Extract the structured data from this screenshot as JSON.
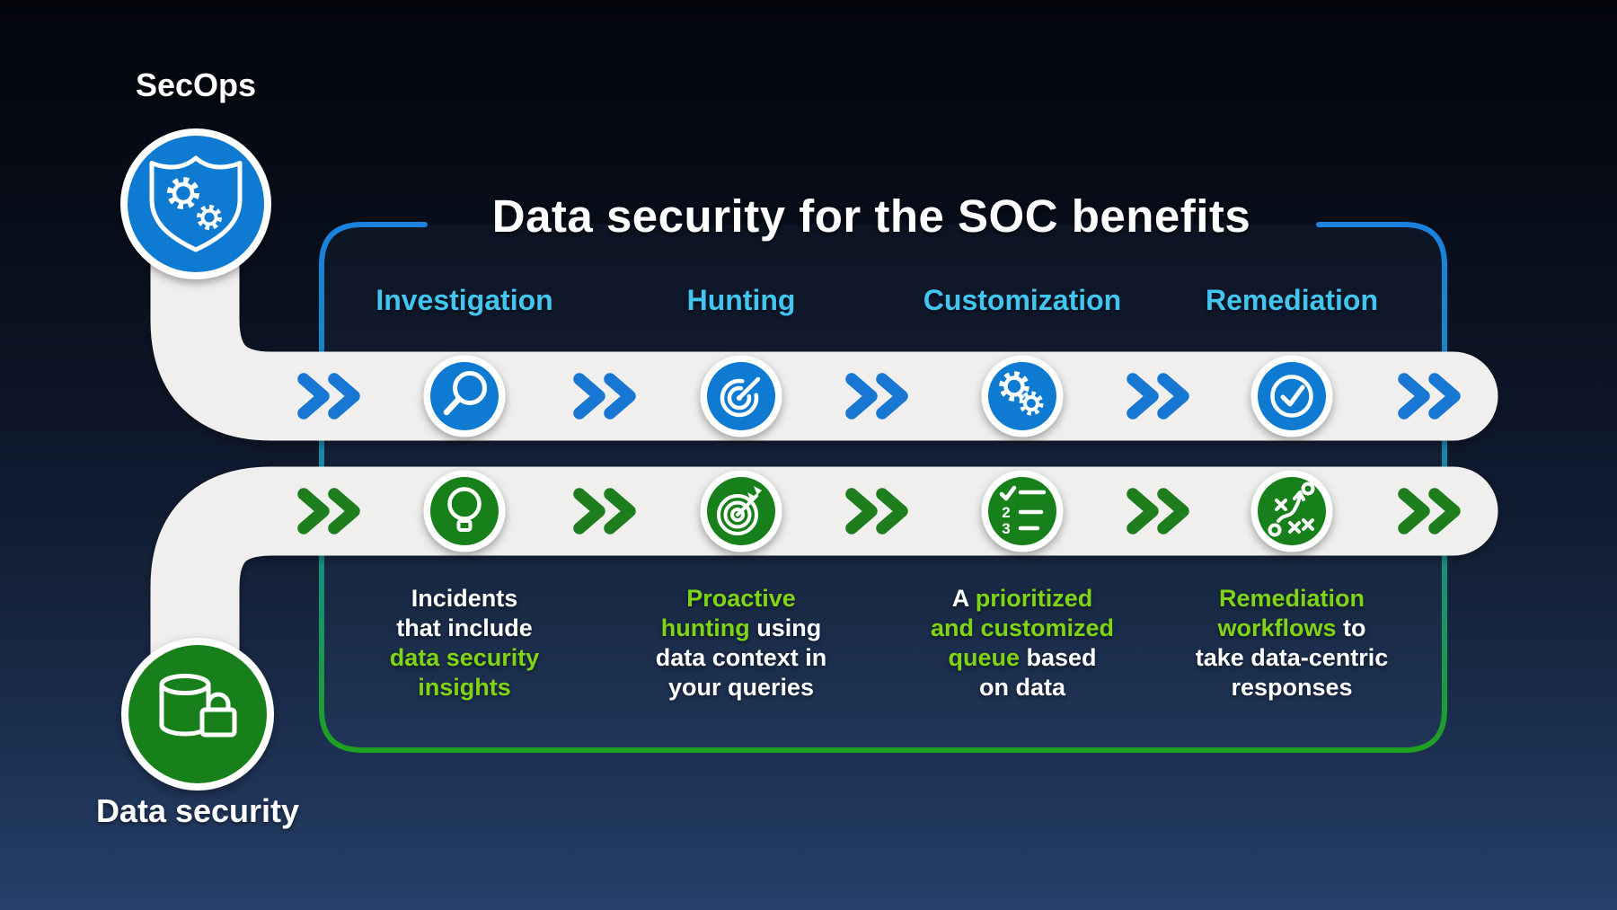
{
  "title": "Data security for the SOC benefits",
  "nodes": {
    "secops": {
      "label": "SecOps",
      "icon": "shield-gears-icon"
    },
    "data_security": {
      "label": "Data security",
      "icon": "database-lock-icon"
    }
  },
  "columns": [
    {
      "header": "Investigation",
      "top_icon": "magnifier-icon",
      "bottom_icon": "lightbulb-icon",
      "lines": [
        [
          {
            "t": "Incidents",
            "g": false
          }
        ],
        [
          {
            "t": "that include",
            "g": false
          }
        ],
        [
          {
            "t": "data security",
            "g": true
          }
        ],
        [
          {
            "t": "insights",
            "g": true
          }
        ]
      ]
    },
    {
      "header": "Hunting",
      "top_icon": "radar-target-icon",
      "bottom_icon": "bullseye-dart-icon",
      "lines": [
        [
          {
            "t": "Proactive",
            "g": true
          }
        ],
        [
          {
            "t": "hunting",
            "g": true
          },
          {
            "t": " using",
            "g": false
          }
        ],
        [
          {
            "t": "data context in",
            "g": false
          }
        ],
        [
          {
            "t": "your queries",
            "g": false
          }
        ]
      ]
    },
    {
      "header": "Customization",
      "top_icon": "gears-icon",
      "bottom_icon": "prioritized-list-icon",
      "lines": [
        [
          {
            "t": "A ",
            "g": false
          },
          {
            "t": "prioritized",
            "g": true
          }
        ],
        [
          {
            "t": "and customized",
            "g": true
          }
        ],
        [
          {
            "t": "queue",
            "g": true
          },
          {
            "t": " based",
            "g": false
          }
        ],
        [
          {
            "t": "on data",
            "g": false
          }
        ]
      ]
    },
    {
      "header": "Remediation",
      "top_icon": "check-circle-icon",
      "bottom_icon": "strategy-playbook-icon",
      "lines": [
        [
          {
            "t": "Remediation",
            "g": true
          }
        ],
        [
          {
            "t": "workflows",
            "g": true
          },
          {
            "t": " to",
            "g": false
          }
        ],
        [
          {
            "t": "take data-centric",
            "g": false
          }
        ],
        [
          {
            "t": "responses",
            "g": false
          }
        ]
      ]
    }
  ],
  "icon_text": {
    "check_item_2": "2",
    "check_item_3": "3"
  },
  "colors": {
    "blue": "#0e7ad2",
    "green": "#17801a",
    "chevron_blue": "#1877d2",
    "chevron_green": "#1e7e1e",
    "cyan": "#41c6f2",
    "lime": "#7fd414",
    "band": "#f0efed",
    "border_top": "#1b82e0",
    "border_mid": "#178a9b",
    "border_bottom": "#1fa01f"
  }
}
